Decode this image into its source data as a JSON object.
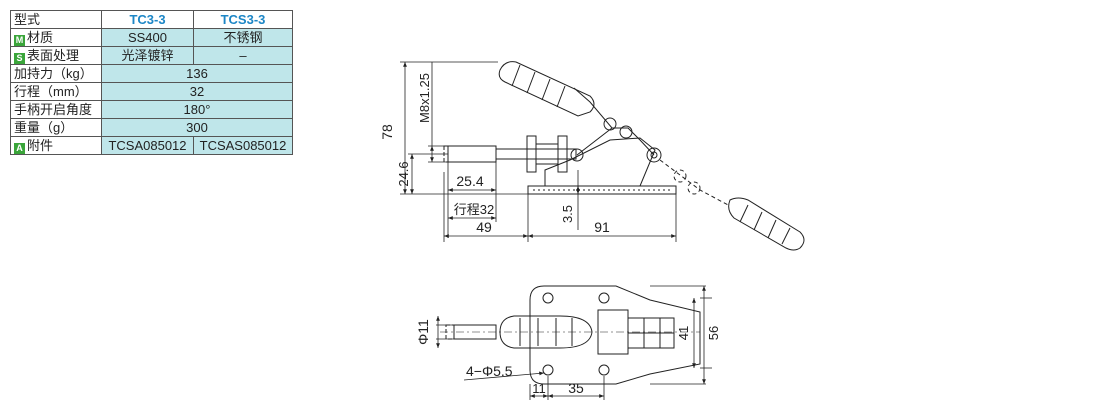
{
  "spec_table": {
    "header": {
      "label": "型式",
      "model_1": "TC3-3",
      "model_2": "TCS3-3"
    },
    "rows": [
      {
        "badge": "M",
        "label": "材质",
        "value_1": "SS400",
        "value_2": "不锈钢"
      },
      {
        "badge": "S",
        "label": "表面处理",
        "value_1": "光泽镀锌",
        "value_2": "–"
      },
      {
        "label": "加持力（kg）",
        "value": "136"
      },
      {
        "label": "行程（mm）",
        "value": "32"
      },
      {
        "label": "手柄开启角度",
        "value": "180°"
      },
      {
        "label": "重量（g）",
        "value": "300"
      },
      {
        "badge": "A",
        "label": "附件",
        "value_1": "TCSA085012",
        "value_2": "TCSAS085012"
      }
    ]
  },
  "side_view": {
    "dim_height_total": "78",
    "dim_thread": "M8x1.25",
    "dim_axis_height": "24.6",
    "dim_plunger_len": "25.4",
    "dim_stroke": "行程32",
    "dim_left_len": "49",
    "dim_base_thick": "3.5",
    "dim_base_len": "91"
  },
  "top_view": {
    "dim_dia": "Φ11",
    "dim_holes": "4−Φ5.5",
    "dim_offset": "11",
    "dim_hole_pitch": "35",
    "dim_inner_width": "41",
    "dim_outer_width": "56"
  },
  "colors": {
    "badge_green": "#3aa53a",
    "table_fill": "#bfe6ea",
    "header_blue": "#1c86c6"
  }
}
